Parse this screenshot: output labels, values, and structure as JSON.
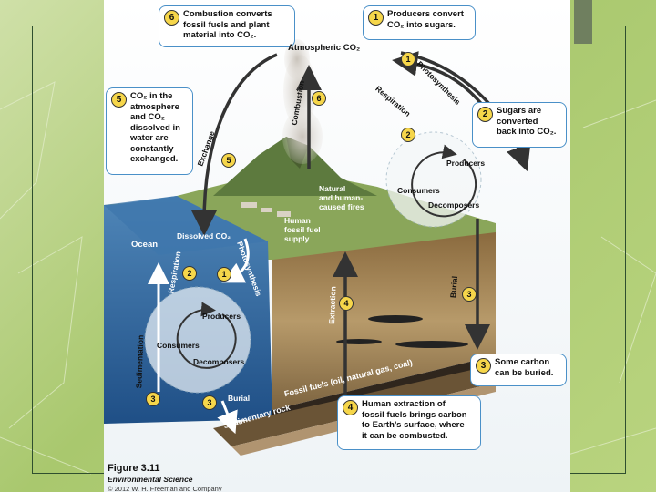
{
  "callouts": {
    "c6": {
      "num": "6",
      "text": "Combustion converts\nfossil fuels and plant\nmaterial into CO₂."
    },
    "c1": {
      "num": "1",
      "text": "Producers convert\nCO₂ into sugars."
    },
    "c5": {
      "num": "5",
      "text": "CO₂ in the\natmosphere\nand CO₂\ndissolved in\nwater are\nconstantly\nexchanged."
    },
    "c2": {
      "num": "2",
      "text": "Sugars are\nconverted\nback into CO₂."
    },
    "c3": {
      "num": "3",
      "text": "Some carbon\ncan be buried."
    },
    "c4": {
      "num": "4",
      "text": "Human extraction of\nfossil fuels brings carbon\nto Earth’s surface, where\nit can be combusted."
    }
  },
  "labels": {
    "atmospheric": "Atmospheric CO₂",
    "photosynthesis_top": "Photosynthesis",
    "respiration_top": "Respiration",
    "combustion": "Combustion",
    "exchange": "Exchange",
    "producers_land": "Producers",
    "consumers_land": "Consumers",
    "decomposers_land": "Decomposers",
    "fires": "Natural\nand human-\ncaused fires",
    "human_supply": "Human\nfossil fuel\nsupply",
    "ocean": "Ocean",
    "dissolved": "Dissolved CO₂",
    "photosynthesis_ocean": "Photosynthesis",
    "respiration_ocean": "Respiration",
    "producers_ocean": "Producers",
    "consumers_ocean": "Consumers",
    "decomposers_ocean": "Decomposers",
    "sedimentation": "Sedimentation",
    "extraction": "Extraction",
    "burial_right": "Burial",
    "burial_bottom": "Burial",
    "fossil_fuels": "Fossil fuels (oil, natural gas, coal)",
    "sed_rock": "Sedimentary rock"
  },
  "badges": [
    "1",
    "2",
    "3",
    "4",
    "5",
    "6",
    "1",
    "2",
    "3",
    "3"
  ],
  "caption": {
    "figure": "Figure 3.11",
    "book": "Environmental Science",
    "copyright": "© 2012 W. H. Freeman and Company"
  }
}
